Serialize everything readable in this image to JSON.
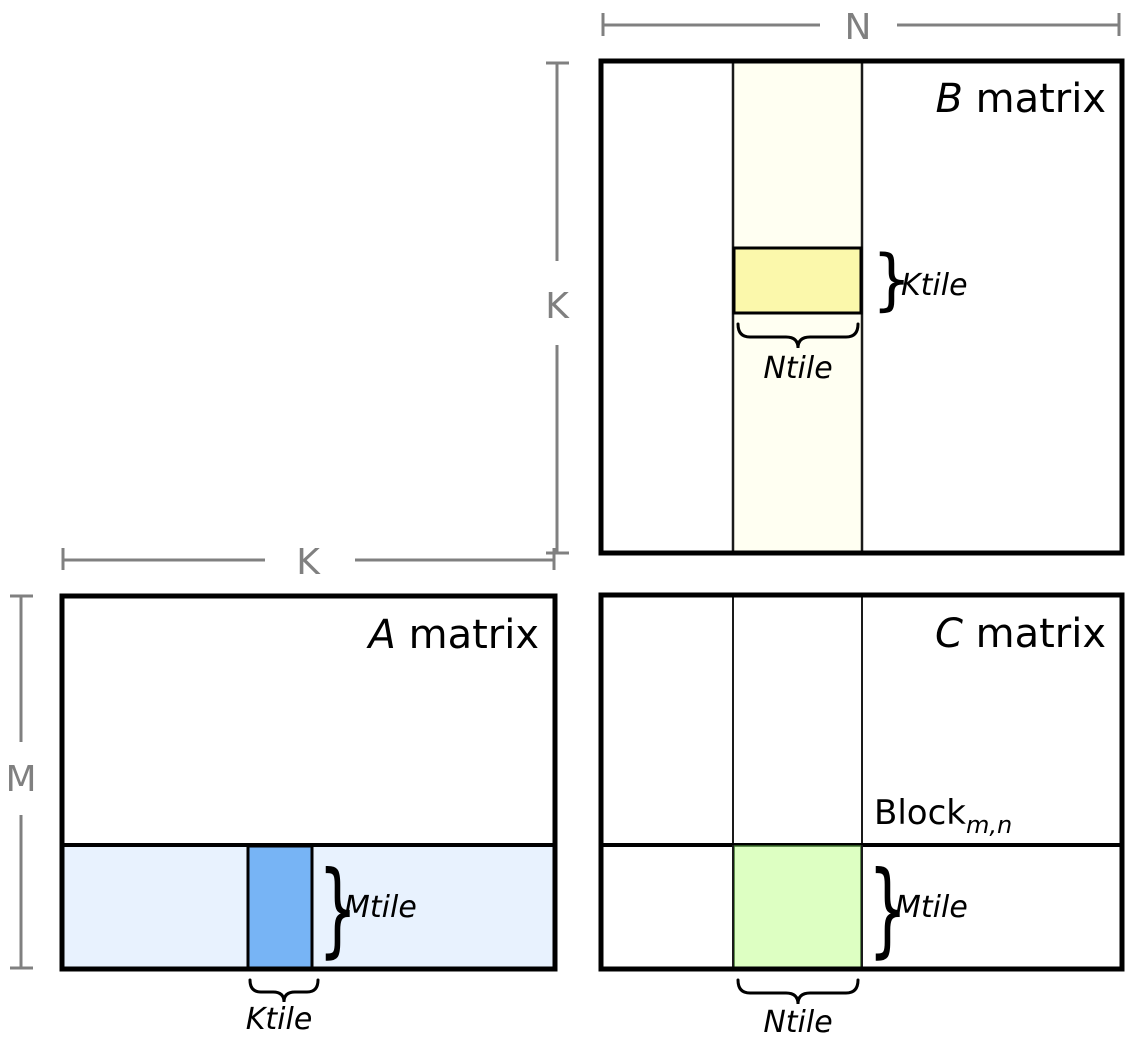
{
  "diagram": {
    "title_hidden": "Tiled matrix multiplication blocking diagram",
    "colors": {
      "outline": "#000000",
      "thin_divider": "#222222",
      "dim_marker": "#808080",
      "b_column_fill": "#fffff2",
      "b_tile_fill": "#fbf8ab",
      "a_row_fill": "#e8f2fe",
      "a_tile_fill": "#77b4f5",
      "c_tile_fill": "#ddffc2",
      "matrix_fill": "#ffffff"
    }
  },
  "b_matrix": {
    "label_italic": "B",
    "label_rest": " matrix",
    "dim_top_label": "N",
    "dim_left_label": "K",
    "tile_row_label": "Ktile",
    "tile_col_label": "Ntile",
    "brace_right": "}",
    "brace_bottom": "⏞"
  },
  "a_matrix": {
    "label_italic": "A",
    "label_rest": " matrix",
    "dim_top_label": "K",
    "dim_left_label": "M",
    "tile_row_label": "Mtile",
    "tile_col_label": "Ktile",
    "brace_right": "}",
    "brace_bottom": "⏞"
  },
  "c_matrix": {
    "label_italic": "C",
    "label_rest": " matrix",
    "block_label": "Block",
    "block_subscript": "m,n",
    "tile_row_label": "Mtile",
    "tile_col_label": "Ntile",
    "brace_right": "}",
    "brace_bottom": "⏞"
  }
}
